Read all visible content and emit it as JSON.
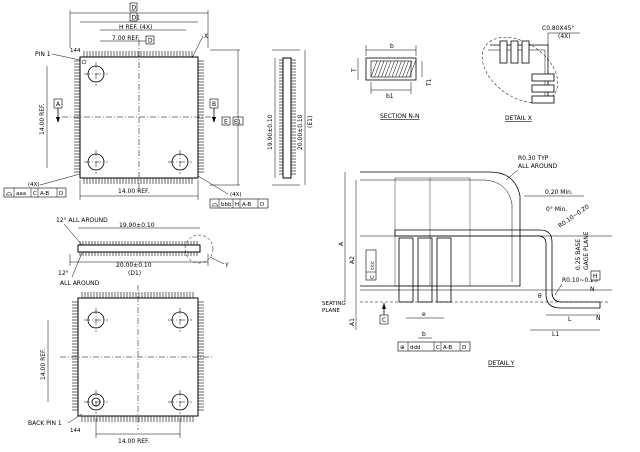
{
  "top_view": {
    "dim_D": "D",
    "dim_D1": "D1",
    "h_ref": "H REF. (4X)",
    "ref_700": "7.00 REF.",
    "datum_D": "D",
    "detail_x": "X",
    "pin1": "PIN 1",
    "pin144": "144",
    "ref_1400_left": "14.00 REF.",
    "datum_A": "A",
    "datum_B": "B",
    "datum_E": "E",
    "datum_E1": "E1",
    "dim_1990": "19.90±0.10",
    "dim_2000": "20.00±0.10",
    "dim_e1": "(E1)",
    "ref_1400_bottom": "14.00 REF.",
    "note_4x_left": "(4X)",
    "fcf_left": [
      "aaa",
      "C",
      "A-B",
      "D"
    ],
    "note_4x_right": "(4X)",
    "fcf_right": [
      "bbb",
      "H",
      "A-B",
      "D"
    ]
  },
  "section_nn": {
    "label": "SECTION N-N",
    "dim_b": "b",
    "dim_b1": "b1",
    "dim_T": "T",
    "dim_T1": "T1"
  },
  "detail_x": {
    "label": "DETAIL X",
    "chamfer": "C0.80X45°",
    "chamfer_count": "(4X)"
  },
  "side_view": {
    "angle_all_around": "12° ALL AROUND",
    "dim_1990": "19.90±0.10",
    "dim_2000": "20.00±0.10",
    "dim_d1": "(D1)",
    "angle_bottom": "12°",
    "all_around": "ALL AROUND",
    "detail_y": "Y"
  },
  "bottom_view": {
    "ref_1400_left": "14.00 REF.",
    "back_pin1": "BACK PIN 1",
    "pin144": "144",
    "ref_1400_bottom": "14.00 REF."
  },
  "detail_y": {
    "label": "DETAIL Y",
    "r030": "R0.30 TYP",
    "all_around": "ALL AROUND",
    "min_020": "0.20 Min.",
    "zero_min": "0° Min.",
    "r_top": "R0.10~0.20",
    "gauge_025": "0.25 BASE",
    "gauge_plane": "GAGE PLANE",
    "r_bottom": "R0.10~0.20",
    "dim_N": "N",
    "dim_L": "L",
    "dim_L1": "L1",
    "theta": "θ",
    "dim_A": "A",
    "dim_A2": "A2",
    "dim_A1": "A1",
    "seating": "SEATING",
    "plane": "PLANE",
    "datum_C": "C",
    "fcf_ccc": [
      "ccc",
      "C"
    ],
    "dim_e": "e",
    "dim_b": "b",
    "fcf_ddd": [
      "ddd",
      "C",
      "A-B",
      "D"
    ],
    "datum_H": "H"
  }
}
